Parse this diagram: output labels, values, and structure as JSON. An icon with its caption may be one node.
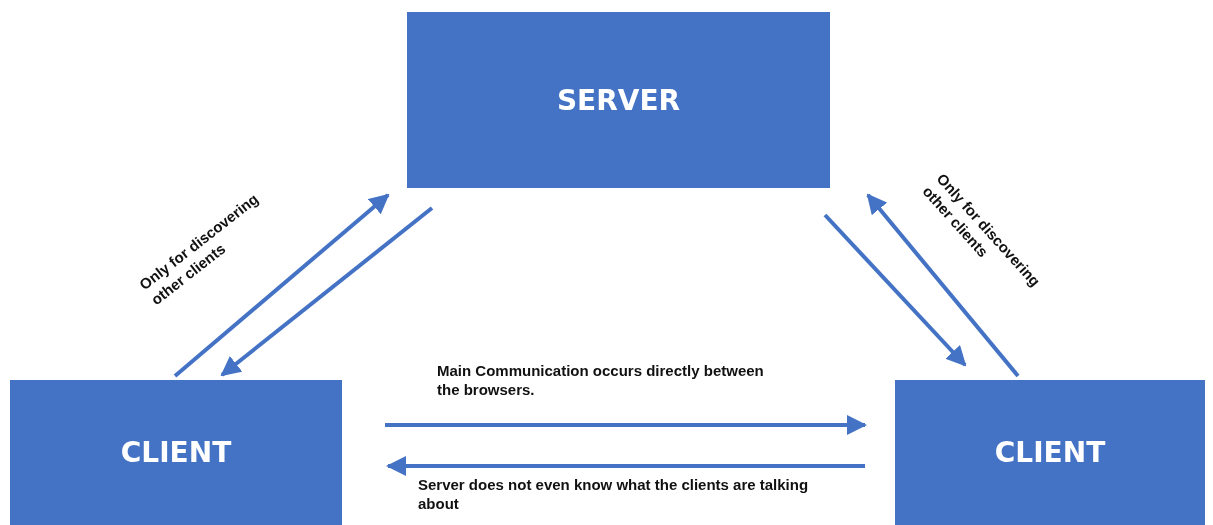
{
  "diagram": {
    "nodes": [
      {
        "text": [
          "SERVER"
        ]
      },
      {
        "text": [
          "CLIENT"
        ]
      },
      {
        "text": [
          "CLIENT"
        ]
      }
    ],
    "edges": [
      {
        "from": 1,
        "to": 0,
        "arrow": "to",
        "label": "Only for discovering other clients"
      },
      {
        "from": 0,
        "to": 1,
        "arrow": "to"
      },
      {
        "from": 0,
        "to": 2,
        "arrow": "to"
      },
      {
        "from": 2,
        "to": 0,
        "arrow": "to",
        "label": "Only for discovering other clients"
      },
      {
        "from": 1,
        "to": 2,
        "arrow": "to",
        "label": "Main Communication occurs directly between the browsers."
      },
      {
        "from": 2,
        "to": 1,
        "arrow": "to",
        "label": "Server does not even know what the clients are talking about"
      }
    ]
  }
}
